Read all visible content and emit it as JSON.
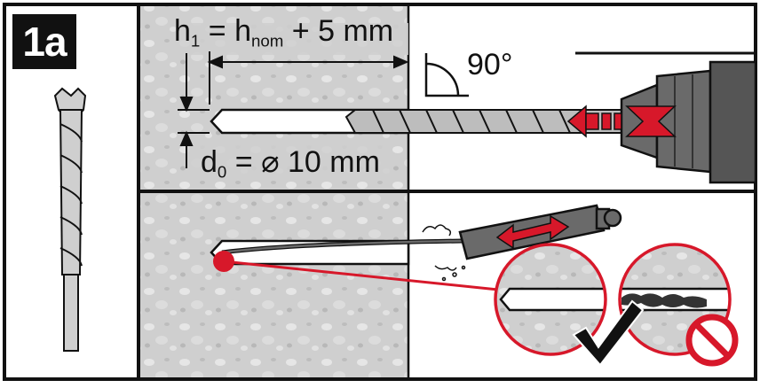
{
  "step": {
    "label": "1a"
  },
  "depth_formula": {
    "h": "h",
    "h_sub": "1",
    "eq": " = ",
    "hn": "h",
    "hn_sub": "nom",
    "rest": " + 5 mm"
  },
  "angle": {
    "text": "90°"
  },
  "diameter_formula": {
    "d": "d",
    "d_sub": "0",
    "rest": " = ⌀ 10 mm"
  },
  "icons": {
    "drill_bit": "drill-bit-icon",
    "hammer_drill": "hammer-drill-icon",
    "blow_pump": "blow-pump-icon",
    "check": "check-mark-icon",
    "prohibited": "prohibited-icon"
  },
  "colors": {
    "accent_red": "#d7182a",
    "outline": "#111111",
    "concrete": "#cfcfcf",
    "tool_gray": "#6a6a6a"
  }
}
